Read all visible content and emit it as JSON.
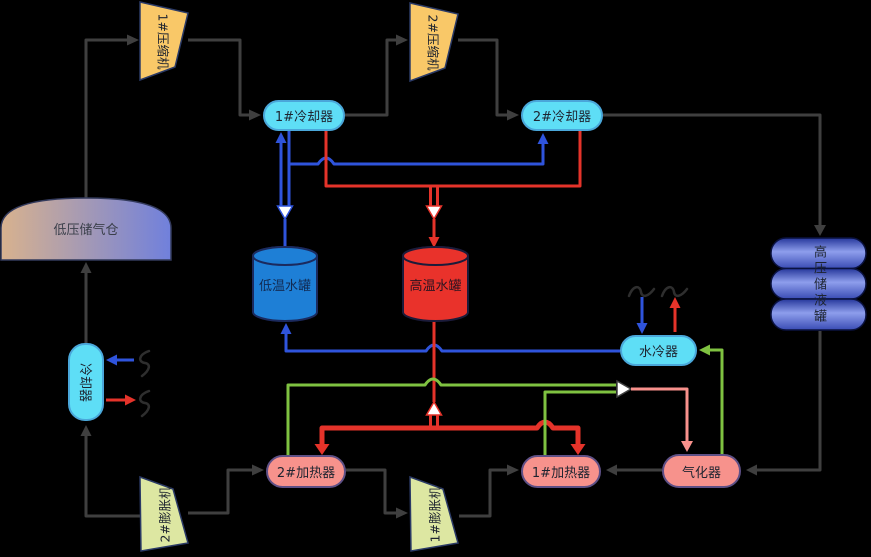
{
  "diagram": {
    "title_hint": "compressed-air / liquid-air energy storage process flow",
    "background": "#000000",
    "nodes": {
      "compressor1": {
        "label": "1#压缩机"
      },
      "compressor2": {
        "label": "2#压缩机"
      },
      "cooler1": {
        "label": "1#冷却器"
      },
      "cooler2": {
        "label": "2#冷却器"
      },
      "lp_gas_store": {
        "label": "低压储气仓"
      },
      "cold_water_tank": {
        "label": "低温水罐"
      },
      "hot_water_tank": {
        "label": "高温水罐"
      },
      "hp_liquid_tank": {
        "label": "高压储液罐"
      },
      "water_cooler": {
        "label": "水冷器"
      },
      "exhaust_cooler": {
        "label": "冷却器"
      },
      "heater1": {
        "label": "1#加热器"
      },
      "heater2": {
        "label": "2#加热器"
      },
      "vaporizer": {
        "label": "气化器"
      },
      "expander1": {
        "label": "1#膨胀机"
      },
      "expander2": {
        "label": "2#膨胀机"
      }
    },
    "colors": {
      "gas_line": "#3F3F3F",
      "cold_water_line": "#2F54DC",
      "hot_water_line": "#E5332A",
      "green_line": "#7FC241",
      "pink_line": "#F8918C",
      "compressor_fill": "#F9C868",
      "expander_fill": "#DDE7A2",
      "cooler_fill": "#5EDEF6",
      "heater_fill": "#F7928C",
      "cold_tank_fill": "#1E7FD6",
      "hot_tank_fill": "#E9322B",
      "lp_store_gradient": [
        "#D8B28E",
        "#7080DC"
      ],
      "hp_tank_gradient": [
        "#26379B",
        "#8E9EEC",
        "#3A4CB4"
      ]
    }
  }
}
